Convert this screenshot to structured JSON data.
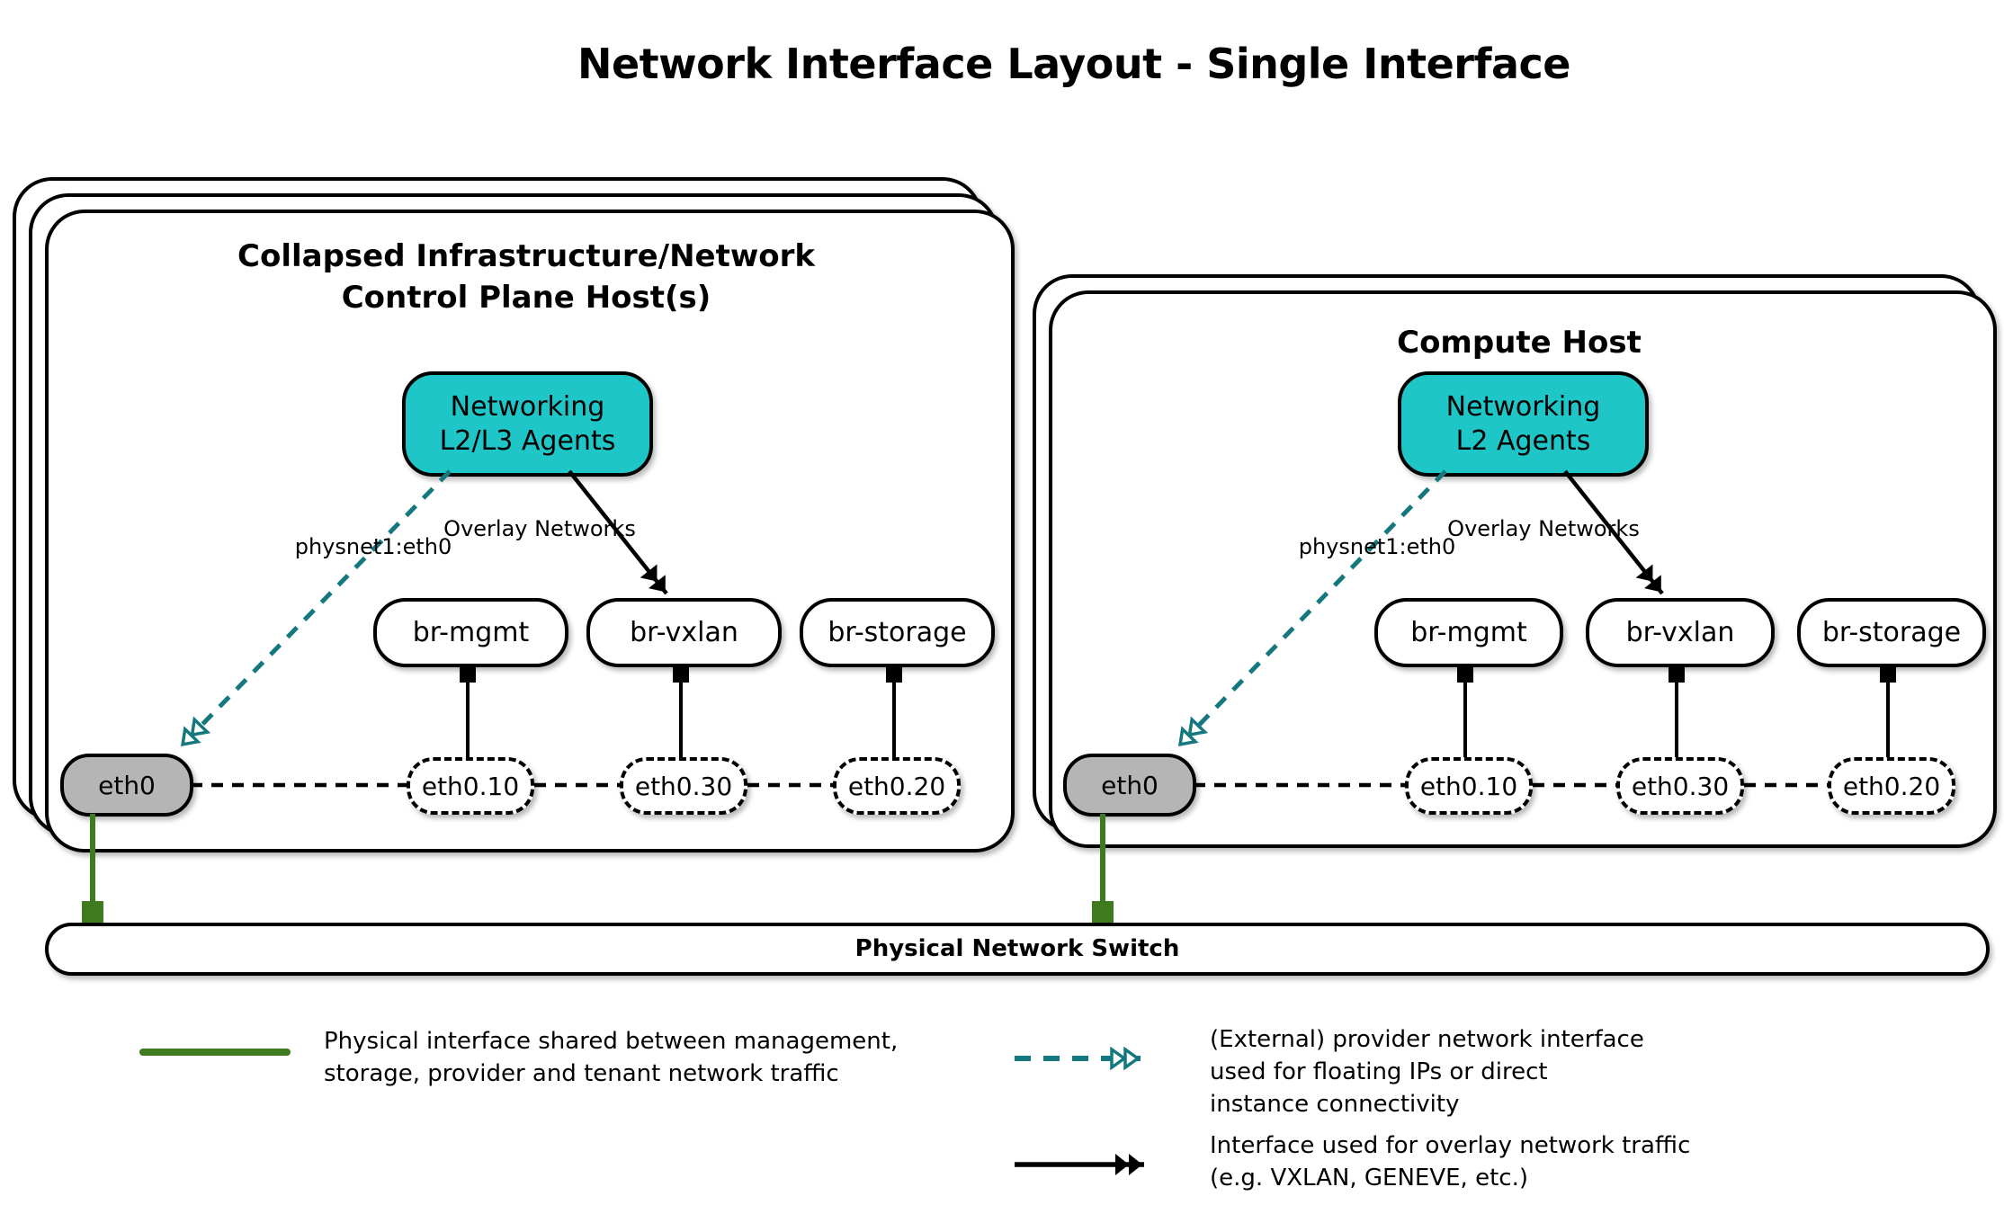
{
  "title": "Network Interface Layout - Single Interface",
  "colors": {
    "agent_node_fill": "#1fc6c7",
    "provider_network_arrow": "#15787f",
    "physical_interface_line": "#3e7a1e",
    "physical_interface_node_fill": "#b5b5b5",
    "node_border": "#000000"
  },
  "hosts": [
    {
      "title_line1": "Collapsed Infrastructure/Network",
      "title_line2": "Control Plane Host(s)",
      "agent_line1": "Networking",
      "agent_line2": "L2/L3 Agents",
      "provider_label": "physnet1:eth0",
      "overlay_label": "Overlay Networks",
      "bridges": [
        "br-mgmt",
        "br-vxlan",
        "br-storage"
      ],
      "vlans": [
        "eth0.10",
        "eth0.30",
        "eth0.20"
      ],
      "phys_if": "eth0"
    },
    {
      "title_line1": "Compute Host",
      "agent_line1": "Networking",
      "agent_line2": "L2 Agents",
      "provider_label": "physnet1:eth0",
      "overlay_label": "Overlay Networks",
      "bridges": [
        "br-mgmt",
        "br-vxlan",
        "br-storage"
      ],
      "vlans": [
        "eth0.10",
        "eth0.30",
        "eth0.20"
      ],
      "phys_if": "eth0"
    }
  ],
  "switch_label": "Physical Network Switch",
  "legend": [
    {
      "symbol": "solid-green-line",
      "lines": [
        "Physical interface shared between management,",
        "storage, provider and tenant network traffic"
      ]
    },
    {
      "symbol": "dashed-teal-double-arrow",
      "lines": [
        "(External) provider network interface",
        "used for floating IPs or direct",
        "instance connectivity"
      ]
    },
    {
      "symbol": "solid-black-double-arrow",
      "lines": [
        "Interface used for overlay network traffic",
        "(e.g. VXLAN, GENEVE, etc.)"
      ]
    }
  ]
}
